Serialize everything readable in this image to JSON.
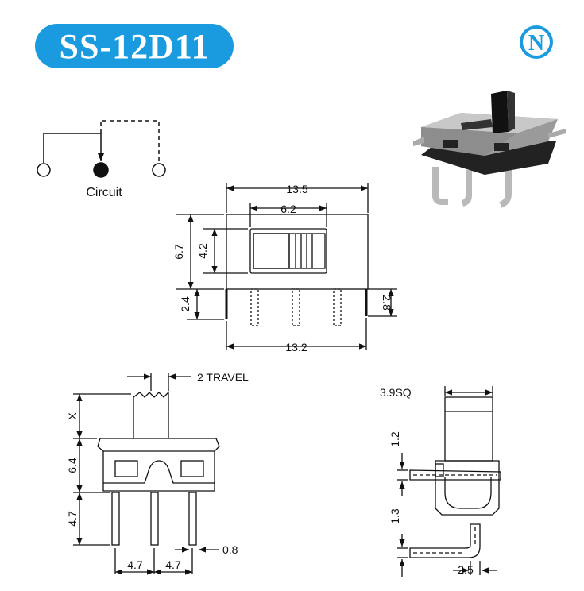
{
  "title": "SS-12D11",
  "logo": {
    "letter": "N",
    "color": "#1a9be0"
  },
  "accent_color": "#1a9be0",
  "circuit": {
    "label": "Circuit"
  },
  "top_view": {
    "overall_width": "13.5",
    "slider_width": "6.2",
    "body_height": "6.7",
    "slider_height": "4.2",
    "pin_length_left": "2.4",
    "pin_length_right": "2.8",
    "pin_span": "13.2"
  },
  "front_view": {
    "travel": "2 TRAVEL",
    "actuator_height": "X",
    "body_height": "6.4",
    "pin_length": "4.7",
    "pin_pitch_1": "4.7",
    "pin_pitch_2": "4.7",
    "pin_width": "0.8"
  },
  "side_view": {
    "actuator_size": "3.9SQ",
    "dim_upper": "1.2",
    "dim_lower": "1.3",
    "bend_width": "2.5"
  }
}
